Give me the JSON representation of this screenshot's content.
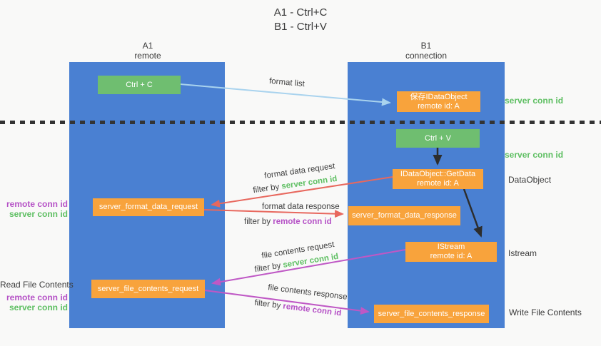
{
  "title": {
    "line1": "A1 - Ctrl+C",
    "line2": "B1 - Ctrl+V"
  },
  "columns": {
    "a1": {
      "name": "A1",
      "subtitle": "remote"
    },
    "b1": {
      "name": "B1",
      "subtitle": "connection"
    }
  },
  "nodes": {
    "ctrl_c": "Ctrl + C",
    "ctrl_v": "Ctrl + V",
    "save_idataobject": {
      "line1": "保存IDataObject",
      "line2": "remote id: A"
    },
    "getdata": {
      "line1": "IDataObject::GetData",
      "line2": "remote id: A"
    },
    "istream": {
      "line1": "IStream",
      "line2": "remote id: A"
    },
    "format_request": "server_format_data_request",
    "format_response": "server_format_data_response",
    "file_request": "server_file_contents_request",
    "file_response": "server_file_contents_response"
  },
  "edge_labels": {
    "format_list": "format list",
    "format_data_request": "format data request",
    "format_data_response": "format data response",
    "file_contents_request": "file contents request",
    "file_contents_response": "file contents response",
    "filter_by": "filter by ",
    "server_conn_id": "server conn id",
    "remote_conn_id": "remote conn id"
  },
  "side_labels": {
    "right_server_conn_top": "server conn id",
    "right_server_conn_mid": "server conn id",
    "right_dataobject": "DataObject",
    "right_istream": "Istream",
    "right_write_file": "Write File Contents",
    "left_remote_conn_1": "remote conn id",
    "left_server_conn_1": "server conn id",
    "left_read_file": "Read File Contents",
    "left_remote_conn_2": "remote conn id",
    "left_server_conn_2": "server conn id"
  },
  "colors": {
    "column_blue": "#4a80d2",
    "node_green": "#6fbe70",
    "node_orange": "#f8a33c",
    "label_green": "#5ebf62",
    "label_purple": "#b551c6",
    "arrow_lightblue": "#a9d3ee",
    "arrow_red": "#e8685e",
    "arrow_magenta": "#bf58c5",
    "arrow_black": "#2d2d2d",
    "dotted_line": "#333333"
  }
}
